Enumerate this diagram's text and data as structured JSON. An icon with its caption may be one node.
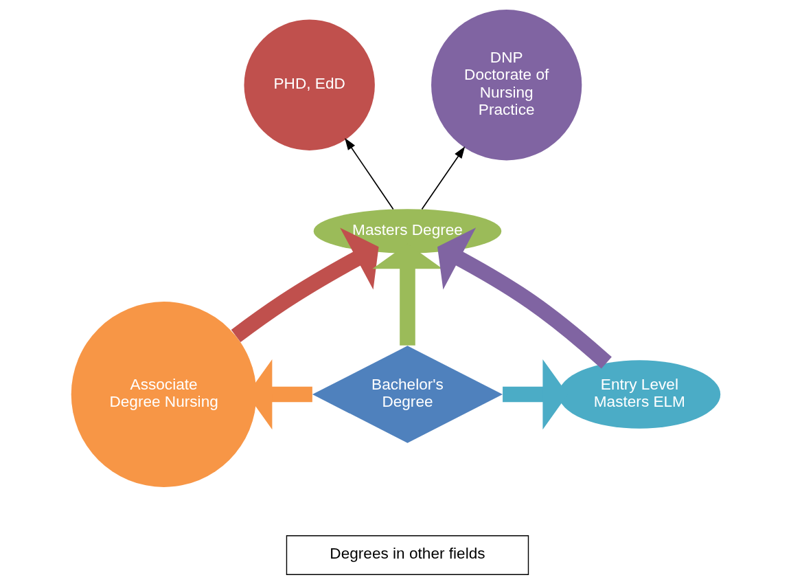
{
  "diagram": {
    "nodes": [
      {
        "text": [
          "PHD, EdD"
        ]
      },
      {
        "text": [
          "DNP",
          "Doctorate of Nursing Practice"
        ]
      },
      {
        "text": [
          "Masters Degree"
        ]
      },
      {
        "text": [
          "Associate Degree Nursing"
        ]
      },
      {
        "text": [
          "Bachelor's Degree"
        ]
      },
      {
        "text": [
          "Entry Level Masters ELM"
        ]
      },
      {
        "text": [
          "Degrees in other fields"
        ]
      }
    ],
    "edges": [
      {
        "from": 2,
        "to": 0,
        "arrow": "to",
        "color": "#000000"
      },
      {
        "from": 2,
        "to": 1,
        "arrow": "to",
        "color": "#000000"
      },
      {
        "from": 3,
        "to": 2,
        "arrow": "to",
        "color": "#c0504d"
      },
      {
        "from": 4,
        "to": 2,
        "arrow": "to",
        "color": "#9bbb59"
      },
      {
        "from": 5,
        "to": 2,
        "arrow": "to",
        "color": "#8064a2"
      },
      {
        "from": 4,
        "to": 3,
        "arrow": "to",
        "color": "#f79646"
      },
      {
        "from": 4,
        "to": 5,
        "arrow": "to",
        "color": "#4bacc6"
      }
    ]
  }
}
